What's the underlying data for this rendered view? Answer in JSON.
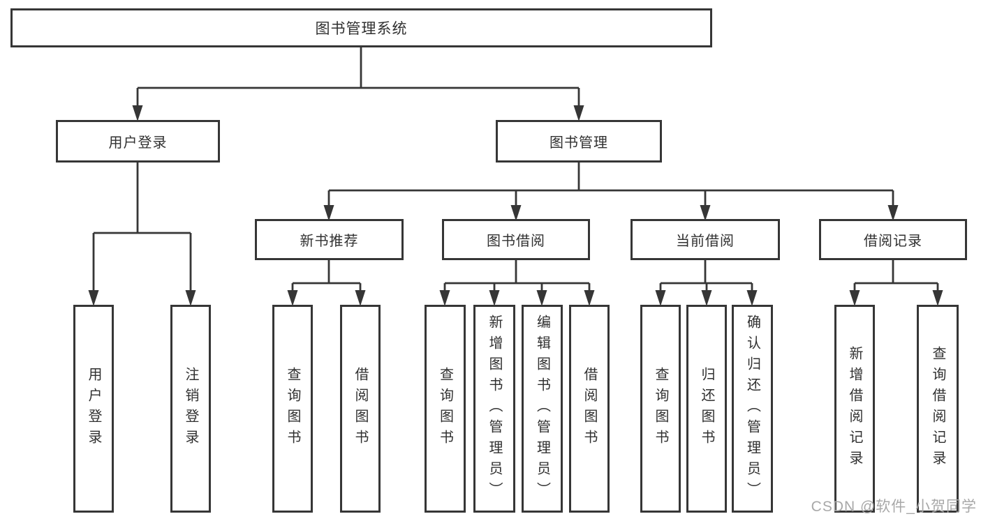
{
  "diagram": {
    "root": "图书管理系统",
    "level1": [
      "用户登录",
      "图书管理"
    ],
    "level2": [
      "新书推荐",
      "图书借阅",
      "当前借阅",
      "借阅记录"
    ],
    "leaves": {
      "user_login": [
        "用户登录",
        "注销登录"
      ],
      "new_book": [
        "查询图书",
        "借阅图书"
      ],
      "book_borrow": [
        "查询图书",
        "新增图书（管理员）",
        "编辑图书（管理员）",
        "借阅图书"
      ],
      "current_borrow": [
        "查询图书",
        "归还图书",
        "确认归还（管理员）"
      ],
      "borrow_records": [
        "新增借阅记录",
        "查询借阅记录"
      ]
    }
  },
  "watermark": "CSDN @软件_小贺同学",
  "colors": {
    "line": "#363636",
    "text": "#303030",
    "watermark": "#a8a8a8",
    "background": "#ffffff"
  }
}
